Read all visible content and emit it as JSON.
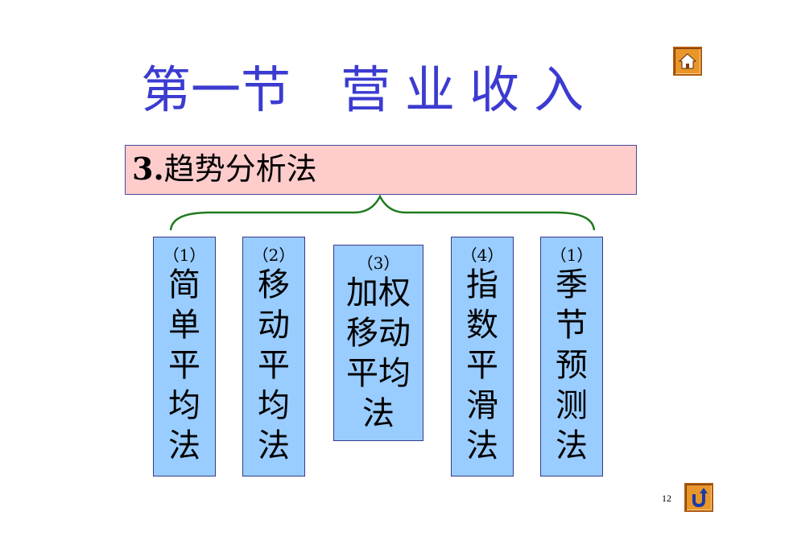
{
  "title": {
    "part1": "第一节",
    "part2": "营",
    "part3": "业",
    "part4": "收",
    "part5": "入"
  },
  "subtitle": {
    "number": "3.",
    "text": "趋势分析法"
  },
  "methods": [
    {
      "index": "（1）",
      "name": "简单平均法"
    },
    {
      "index": "（2）",
      "name": "移动平均法"
    },
    {
      "index": "（3）",
      "name": "加权移动平均法"
    },
    {
      "index": "（4）",
      "name": "指数平滑法"
    },
    {
      "index": "（1）",
      "name": "季节预测法"
    }
  ],
  "page_number": "12",
  "icons": {
    "home": "home-icon",
    "back": "return-arrow-icon"
  },
  "colors": {
    "title": "#3b3bd1",
    "subtitle_bg": "#ffcccc",
    "method_bg": "#99ccff",
    "brace": "#1f7a1f",
    "nav_button": "#e9962a"
  }
}
